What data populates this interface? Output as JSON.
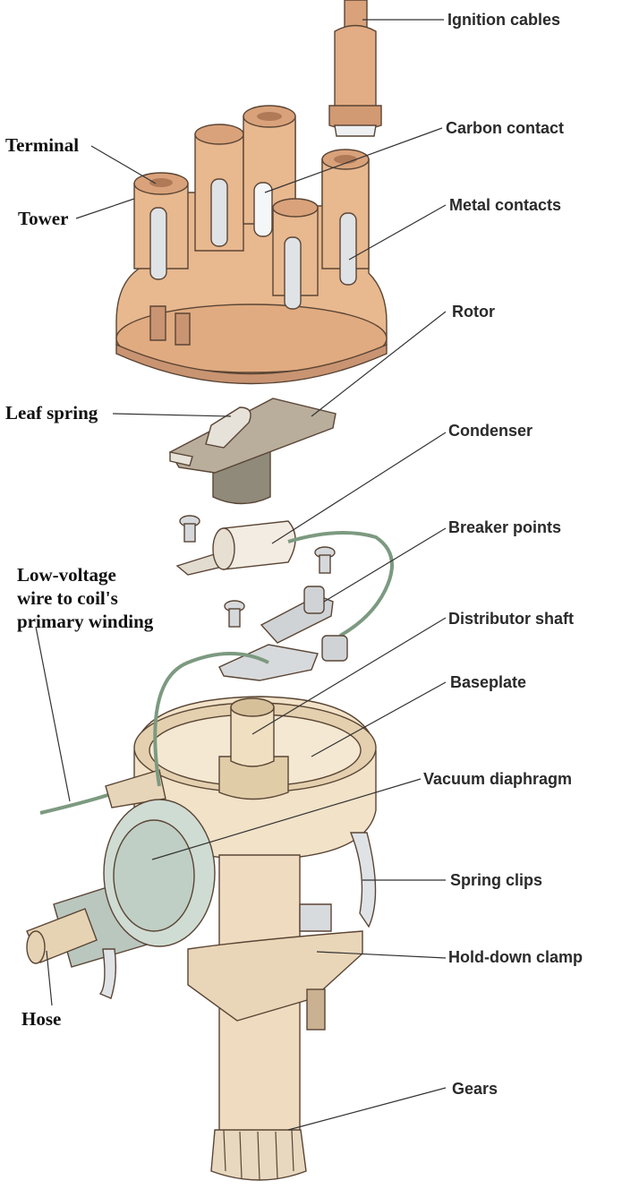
{
  "right_labels": {
    "ignition_cables": "Ignition cables",
    "carbon_contact": "Carbon contact",
    "metal_contacts": "Metal contacts",
    "rotor": "Rotor",
    "condenser": "Condenser",
    "breaker_points": "Breaker points",
    "distributor_shaft": "Distributor shaft",
    "baseplate": "Baseplate",
    "vacuum_diaphragm": "Vacuum diaphragm",
    "spring_clips": "Spring clips",
    "hold_down_clamp": "Hold-down clamp",
    "gears": "Gears"
  },
  "left_labels": {
    "terminal": "Terminal",
    "tower": "Tower",
    "leaf_spring": "Leaf spring",
    "low_voltage_wire": [
      "Low-voltage",
      "wire to coil's",
      "primary winding"
    ],
    "hose": "Hose"
  },
  "colors": {
    "cap": "#e8b88f",
    "cap_dark": "#c99472",
    "rotor": "#b9ad9c",
    "housing": "#f1e2c8",
    "housing_dark": "#d9c4a3",
    "diaphragm": "#bfcfc5",
    "metal": "#dfe3e6",
    "wire": "#7c9a80"
  }
}
